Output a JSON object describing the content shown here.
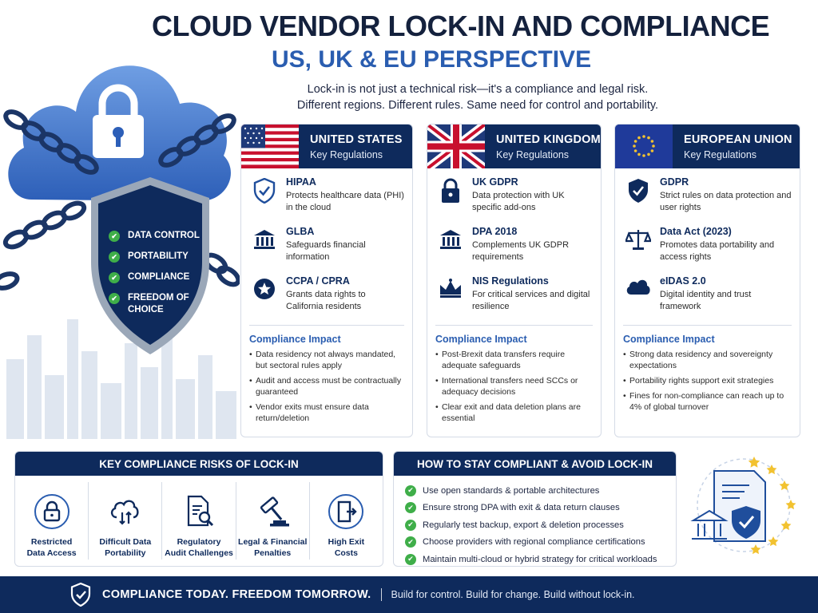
{
  "header": {
    "title": "CLOUD VENDOR LOCK-IN AND COMPLIANCE",
    "subtitle": "US, UK & EU PERSPECTIVE",
    "tagline_line1": "Lock-in is not just a technical risk—it's a compliance and legal risk.",
    "tagline_line2": "Different regions. Different rules. Same need for control and portability."
  },
  "shield": {
    "items": [
      "DATA CONTROL",
      "PORTABILITY",
      "COMPLIANCE",
      "FREEDOM OF CHOICE"
    ]
  },
  "regions": [
    {
      "name": "UNITED STATES",
      "sub": "Key Regulations",
      "flag": "us-flag",
      "regs": [
        {
          "title": "HIPAA",
          "desc": "Protects healthcare data (PHI) in the cloud",
          "icon": "shield-check-icon"
        },
        {
          "title": "GLBA",
          "desc": "Safeguards financial information",
          "icon": "bank-icon"
        },
        {
          "title": "CCPA / CPRA",
          "desc": "Grants data rights to California residents",
          "icon": "star-badge-icon"
        }
      ],
      "impact_title": "Compliance Impact",
      "impact": [
        "Data residency not always mandated, but sectoral rules apply",
        "Audit and access must be contractually guaranteed",
        "Vendor exits must ensure data return/deletion"
      ]
    },
    {
      "name": "UNITED KINGDOM",
      "sub": "Key Regulations",
      "flag": "uk-flag",
      "regs": [
        {
          "title": "UK GDPR",
          "desc": "Data protection with UK specific add-ons",
          "icon": "padlock-icon"
        },
        {
          "title": "DPA 2018",
          "desc": "Complements UK GDPR requirements",
          "icon": "bank-icon"
        },
        {
          "title": "NIS Regulations",
          "desc": "For critical services and digital resilience",
          "icon": "crown-icon"
        }
      ],
      "impact_title": "Compliance Impact",
      "impact": [
        "Post-Brexit data transfers require adequate safeguards",
        "International transfers need SCCs or adequacy decisions",
        "Clear exit and data deletion plans are essential"
      ]
    },
    {
      "name": "EUROPEAN UNION",
      "sub": "Key Regulations",
      "flag": "eu-flag",
      "regs": [
        {
          "title": "GDPR",
          "desc": "Strict rules on data protection and user rights",
          "icon": "shield-check-icon"
        },
        {
          "title": "Data Act (2023)",
          "desc": "Promotes data portability and access rights",
          "icon": "scales-icon"
        },
        {
          "title": "eIDAS 2.0",
          "desc": "Digital identity and trust framework",
          "icon": "cloud-icon"
        }
      ],
      "impact_title": "Compliance Impact",
      "impact": [
        "Strong data residency and sovereignty expectations",
        "Portability rights support exit strategies",
        "Fines for non-compliance can reach up to 4% of global turnover"
      ]
    }
  ],
  "risks": {
    "title": "KEY COMPLIANCE RISKS OF LOCK-IN",
    "items": [
      {
        "line1": "Restricted",
        "line2": "Data Access",
        "icon": "padlock-icon"
      },
      {
        "line1": "Difficult Data",
        "line2": "Portability",
        "icon": "cloud-transfer-icon"
      },
      {
        "line1": "Regulatory",
        "line2": "Audit Challenges",
        "icon": "document-search-icon"
      },
      {
        "line1": "Legal & Financial",
        "line2": "Penalties",
        "icon": "gavel-icon"
      },
      {
        "line1": "High Exit",
        "line2": "Costs",
        "icon": "exit-door-icon"
      }
    ]
  },
  "comply": {
    "title": "HOW TO STAY COMPLIANT & AVOID LOCK-IN",
    "items": [
      "Use open standards & portable architectures",
      "Ensure strong DPA with exit & data return clauses",
      "Regularly test backup, export & deletion processes",
      "Choose providers with regional compliance certifications",
      "Maintain multi-cloud or hybrid strategy for critical workloads"
    ]
  },
  "footer": {
    "main": "COMPLIANCE TODAY. FREEDOM TOMORROW.",
    "sub": "Build for control. Build for change. Build without lock-in."
  },
  "colors": {
    "navy": "#0e2a5c",
    "blue": "#2a5db0",
    "green": "#3fae49",
    "star": "#f2c230"
  }
}
